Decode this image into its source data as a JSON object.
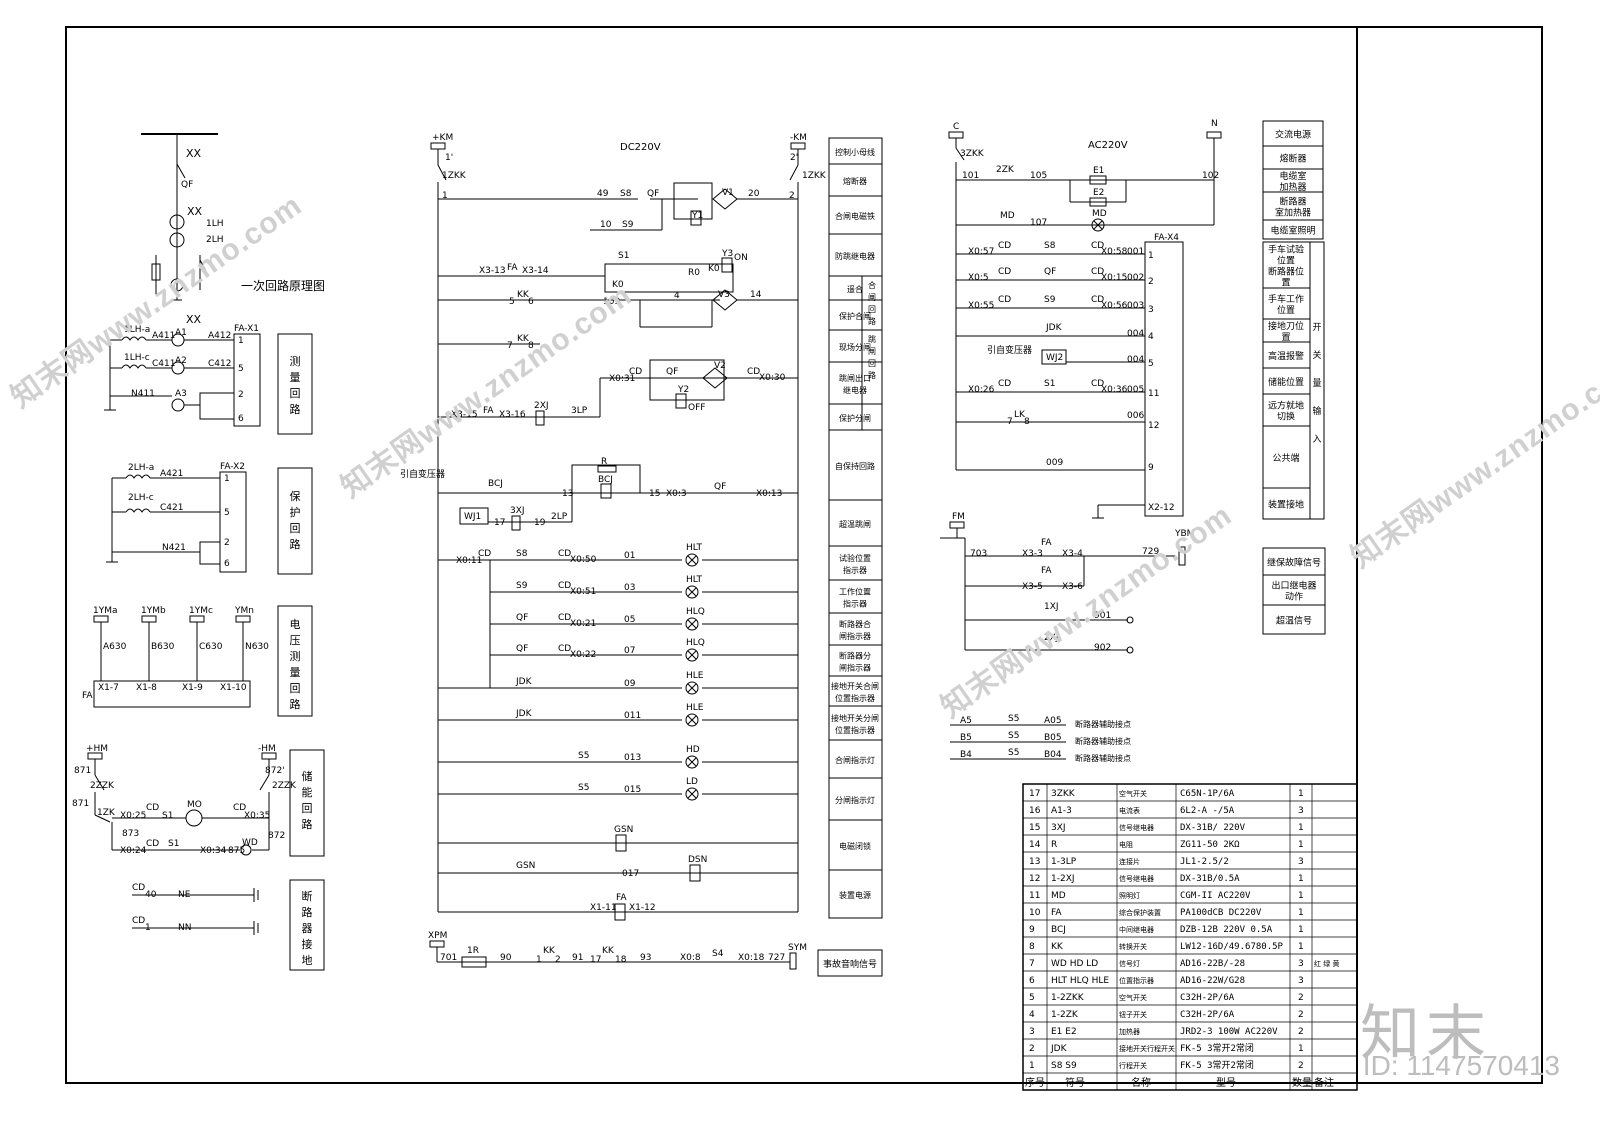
{
  "watermark": "知末网www.znzmo.com",
  "brand": "知末",
  "doc_id": "ID: 1147570413",
  "primary": {
    "bus": "XX",
    "breaker": "QF",
    "ct": "1LH",
    "ct2": "2LH",
    "title": "一次回路原理图"
  },
  "meas": {
    "xx": "XX",
    "ct_a": "1LH-a",
    "ct_c": "1LH-c",
    "a1": "A1",
    "a2": "A2",
    "a3": "A3",
    "w1": "A411",
    "w2": "C411",
    "w3": "N411",
    "w4": "A412",
    "w5": "C412",
    "block": "FA-X1",
    "pins": [
      "1",
      "5",
      "2",
      "6"
    ],
    "side": "测量回路"
  },
  "prot": {
    "ct_a": "2LH-a",
    "ct_c": "2LH-c",
    "w1": "A421",
    "w2": "C421",
    "w3": "N421",
    "block": "FA-X2",
    "pins": [
      "1",
      "5",
      "2",
      "6"
    ],
    "side": "保护回路"
  },
  "volt": {
    "fuses": [
      "1YMa",
      "1YMb",
      "1YMc",
      "YMn"
    ],
    "wires": [
      "A630",
      "B630",
      "C630",
      "N630"
    ],
    "terms": [
      "X1-7",
      "X1-8",
      "X1-9",
      "X1-10"
    ],
    "fa": "FA",
    "side": "电压测量回路"
  },
  "store": {
    "pos": "+HM",
    "neg": "-HM",
    "n1": "871",
    "n2": "871'",
    "n3": "871",
    "n4": "872'",
    "n5": "872",
    "n6": "873",
    "n7": "875",
    "sw": "2ZZK",
    "zk": "1ZK",
    "cd": "CD",
    "s1": "S1",
    "mo": "MO",
    "wd": "WD",
    "x1": "X0:25",
    "x2": "X0:35",
    "x3": "X0:24",
    "x4": "X0:34",
    "side": "储能回路"
  },
  "ground": {
    "cd": "CD",
    "l1": "40",
    "l1b": "NE",
    "l2": "1",
    "l2b": "NN",
    "side": "断路器接地"
  },
  "dc": {
    "title": "DC220V",
    "pos": "+KM",
    "neg": "-KM",
    "zk1": "1ZKK",
    "zk2": "1ZKK",
    "p1": "1'",
    "p2": "2'",
    "n1": "1",
    "n2": "2",
    "labels": {
      "r49": "49",
      "s8": "S8",
      "qf": "QF",
      "y1": "Y1",
      "v1": "V1",
      "r20": "20",
      "r10": "10",
      "s9": "S9",
      "s1": "S1",
      "r0": "R0",
      "k0": "K0",
      "k0b": "K0",
      "y3": "Y3",
      "on": "ON",
      "x313": "X3-13",
      "fa": "FA",
      "x314": "X3-14",
      "kk5": "5",
      "kk": "KK",
      "kk6": "6",
      "r103": "103",
      "r4": "4",
      "v3": "V3",
      "r14": "14",
      "kk7": "7",
      "kk8": "8",
      "x031": "X0:31",
      "cd": "CD",
      "qf2": "QF",
      "v2": "V2",
      "x030": "X0:30",
      "y2": "Y2",
      "off": "OFF",
      "x315": "X3-15",
      "x316": "X3-16",
      "xj2": "2XJ",
      "lp3": "3LP",
      "r": "R",
      "bcj": "BCJ",
      "bcj2": "BCJ",
      "r13": "13",
      "r15": "15",
      "x03": "X0:3",
      "qf3": "QF",
      "x013": "X0:13",
      "yzb": "引自变压器",
      "wj1": "WJ1",
      "r17": "17",
      "xj3": "3XJ",
      "r19": "19",
      "lp2": "2LP",
      "x011": "X0:11",
      "x1_11": "X1-11",
      "x1_12": "X1-12"
    },
    "lamps": [
      {
        "sw": "S8",
        "cd": "CD",
        "term": "X0:50",
        "num": "01",
        "lamp": "HLT"
      },
      {
        "sw": "S9",
        "cd": "CD",
        "term": "X0:51",
        "num": "03",
        "lamp": "HLT"
      },
      {
        "sw": "QF",
        "cd": "CD",
        "term": "X0:21",
        "num": "05",
        "lamp": "HLQ"
      },
      {
        "sw": "QF",
        "cd": "CD",
        "term": "X0:22",
        "num": "07",
        "lamp": "HLQ"
      },
      {
        "sw": "JDK",
        "cd": "",
        "term": "",
        "num": "09",
        "lamp": "HLE"
      },
      {
        "sw": "JDK",
        "cd": "",
        "term": "",
        "num": "011",
        "lamp": "HLE"
      },
      {
        "sw": "S5",
        "cd": "",
        "term": "",
        "num": "013",
        "lamp": "HD"
      },
      {
        "sw": "S5",
        "cd": "",
        "term": "",
        "num": "015",
        "lamp": "LD"
      }
    ],
    "gsn": "GSN",
    "gsn2": "GSN",
    "r017": "017",
    "dsn": "DSN",
    "xpm": {
      "label": "XPM",
      "r701": "701",
      "r1r": "1R",
      "r90": "90",
      "kk": "KK",
      "k1": "1",
      "k2": "2",
      "r91": "91",
      "k17": "17",
      "kk2": "KK",
      "k18": "18",
      "r93": "93",
      "x08": "X0:8",
      "s4": "S4",
      "x018": "X0:18",
      "r727": "727",
      "sym": "SYM"
    },
    "func": [
      "控制小母线",
      "熔断器",
      "合闸电磁铁",
      "防跳继电器",
      "遥合",
      "合闸回路",
      "保护合闸",
      "现场分闸",
      "跳闸回路",
      "跳闸出口继电器",
      "保护分闸",
      "自保持回路",
      "超温跳闸",
      "试验位置指示器",
      "工作位置指示器",
      "断路器合闸指示器",
      "断路器分闸指示器",
      "接地开关合闸位置指示器",
      "接地开关分闸位置指示器",
      "合闸指示灯",
      "分闸指示灯",
      "电磁闭锁",
      "装置电源"
    ],
    "event": "事故音响信号"
  },
  "ac": {
    "title": "AC220V",
    "c": "C",
    "n": "N",
    "zk": "3ZKK",
    "r101": "101",
    "zk2": "2ZK",
    "r105": "105",
    "e1": "E1",
    "e2": "E2",
    "r102": "102",
    "md": "MD",
    "md2": "MD",
    "r107": "107",
    "fax4": "FA-X4",
    "rows": [
      {
        "l": "X0:57",
        "cd": "CD",
        "sw": "S8",
        "cd2": "CD",
        "r": "X0:58",
        "w": "001",
        "pin": "1"
      },
      {
        "l": "X0:5",
        "cd": "CD",
        "sw": "QF",
        "cd2": "CD",
        "r": "X0:15",
        "w": "002",
        "pin": "2"
      },
      {
        "l": "X0:55",
        "cd": "CD",
        "sw": "S9",
        "cd2": "CD",
        "r": "X0:56",
        "w": "003",
        "pin": "3"
      }
    ],
    "jdk": "JDK",
    "w004": "004",
    "p4": "4",
    "yzb": "引自变压器",
    "wj2": "WJ2",
    "w004b": "004",
    "p5": "5",
    "x026": "X0:26",
    "cd": "CD",
    "s1": "S1",
    "cd2": "CD",
    "x036": "X0:36",
    "w005": "005",
    "p11": "11",
    "lk7": "7",
    "lk": "LK",
    "lk8": "8",
    "w006": "006",
    "p12": "12",
    "w009": "009",
    "p9": "9",
    "x212": "X2-12",
    "fm": "FM",
    "r703": "703",
    "x33": "X3-3",
    "x34": "X3-4",
    "fa": "FA",
    "fa2": "FA",
    "r729": "729",
    "ybm": "YBM",
    "x35": "X3-5",
    "x36": "X3-6",
    "xj1": "1XJ",
    "r901": "901",
    "xj2": "2XJ",
    "r902": "902",
    "aux": [
      {
        "a": "A5",
        "s": "S5",
        "b": "A05",
        "note": "断路器辅助接点"
      },
      {
        "a": "B5",
        "s": "S5",
        "b": "B05",
        "note": "断路器辅助接点"
      },
      {
        "a": "B4",
        "s": "S5",
        "b": "B04",
        "note": "断路器辅助接点"
      }
    ],
    "func": [
      "交流电源",
      "熔断器",
      "电缆室加热器",
      "断路器室加热器",
      "电缆室照明"
    ],
    "pos": [
      "手车试验位置",
      "断路器位置",
      "手车工作位置",
      "接地刀位置",
      "高温报警",
      "储能位置",
      "远方就地切换",
      "公共端",
      "装置接地"
    ],
    "pos_side": "开关量输入",
    "sig": [
      "继保故障信号",
      "出口继电器动作",
      "超温信号"
    ]
  },
  "bom": {
    "headers": [
      "序号",
      "符号",
      "名称",
      "型号",
      "数量",
      "备注"
    ],
    "rows": [
      [
        "17",
        "3ZKK",
        "空气开关",
        "C65N-1P/6A",
        "1",
        ""
      ],
      [
        "16",
        "A1-3",
        "电流表",
        "6L2-A -/5A",
        "3",
        ""
      ],
      [
        "15",
        "3XJ",
        "信号继电器",
        "DX-31B/ 220V",
        "1",
        ""
      ],
      [
        "14",
        "R",
        "电阻",
        "ZG11-50 2KΩ",
        "1",
        ""
      ],
      [
        "13",
        "1-3LP",
        "连接片",
        "JL1-2.5/2",
        "3",
        ""
      ],
      [
        "12",
        "1-2XJ",
        "信号继电器",
        "DX-31B/0.5A",
        "1",
        ""
      ],
      [
        "11",
        "MD",
        "照明灯",
        "CGM-II AC220V",
        "1",
        ""
      ],
      [
        "10",
        "FA",
        "综合保护装置",
        "PA100dCB DC220V",
        "1",
        ""
      ],
      [
        "9",
        "BCJ",
        "中间继电器",
        "DZB-12B 220V 0.5A",
        "1",
        ""
      ],
      [
        "8",
        "KK",
        "转换开关",
        "LW12-16D/49.6780.5P",
        "1",
        ""
      ],
      [
        "7",
        "WD HD LD",
        "信号灯",
        "AD16-22B/-28",
        "3",
        "红 绿 黄"
      ],
      [
        "6",
        "HLT HLQ HLE",
        "位置指示器",
        "AD16-22W/G28",
        "3",
        ""
      ],
      [
        "5",
        "1-2ZKK",
        "空气开关",
        "C32H-2P/6A",
        "2",
        ""
      ],
      [
        "4",
        "1-2ZK",
        "钮子开关",
        "C32H-2P/6A",
        "2",
        ""
      ],
      [
        "3",
        "E1 E2",
        "加热器",
        "JRD2-3 100W AC220V",
        "2",
        ""
      ],
      [
        "2",
        "JDK",
        "接地开关行程开关",
        "FK-5 3常开2常闭",
        "1",
        ""
      ],
      [
        "1",
        "S8 S9",
        "行程开关",
        "FK-5 3常开2常闭",
        "2",
        ""
      ]
    ]
  }
}
